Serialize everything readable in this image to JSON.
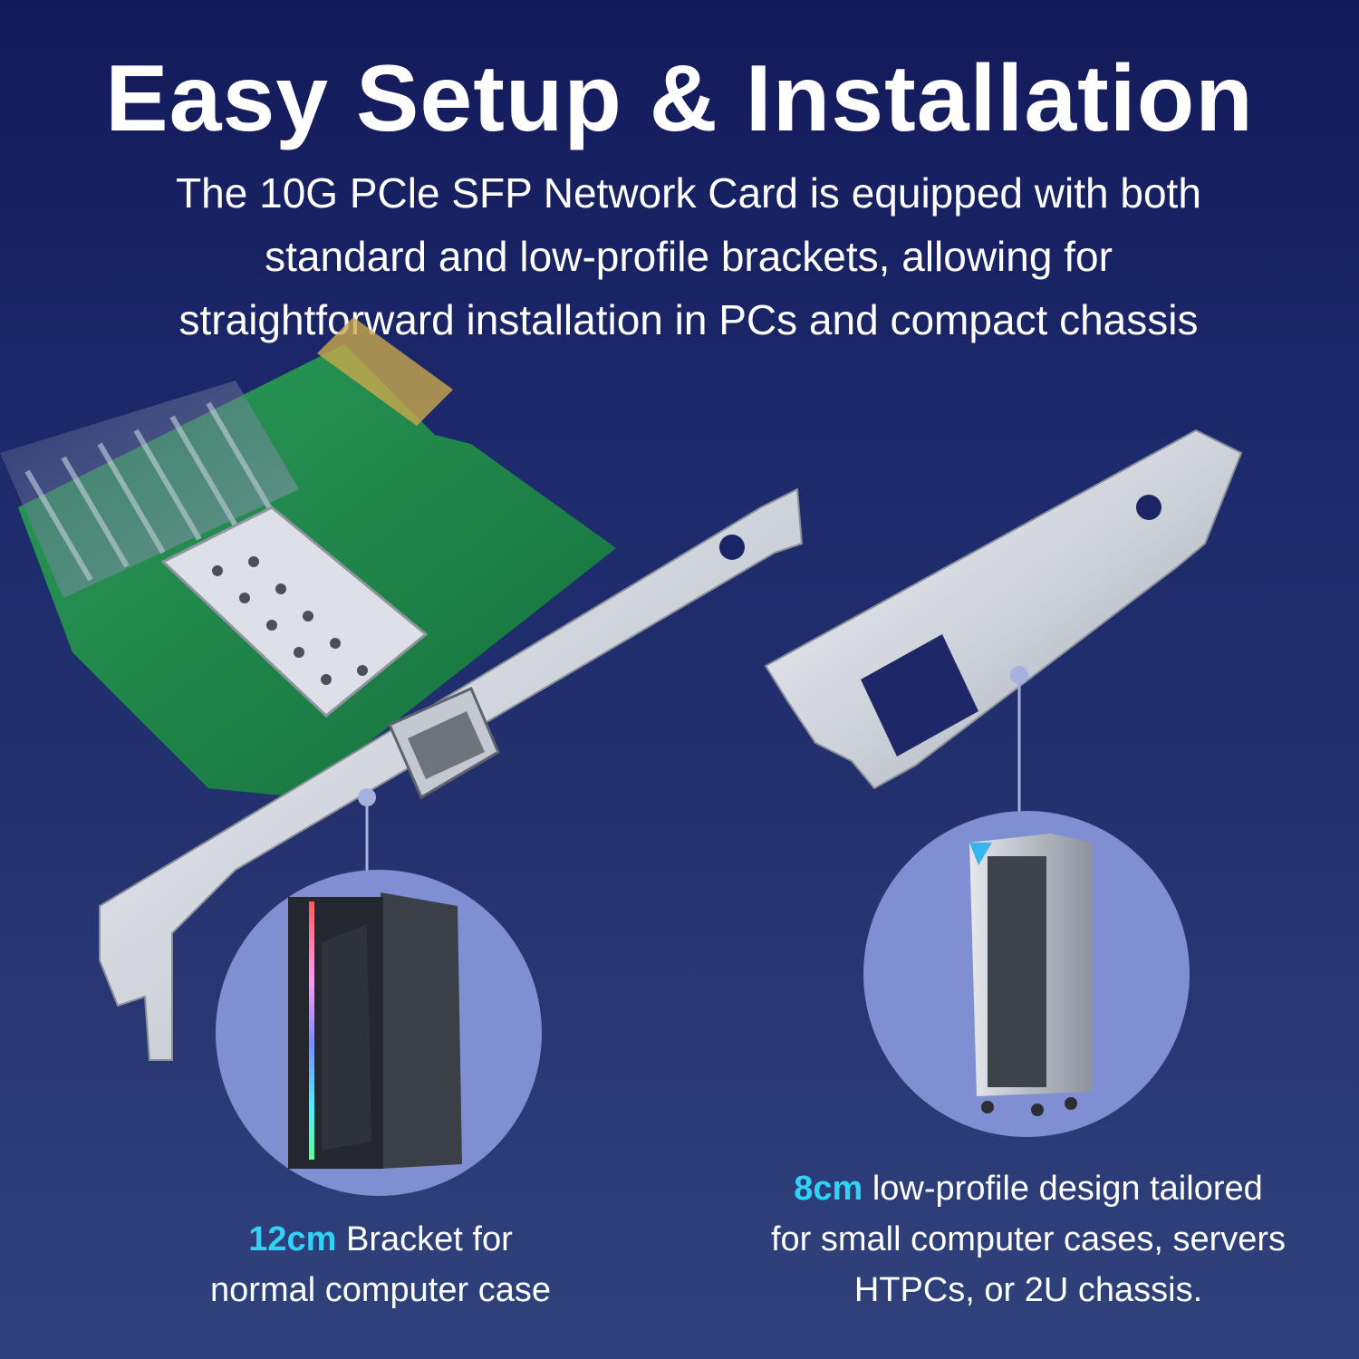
{
  "headline": "Easy Setup & Installation",
  "subtext": {
    "line1": "The 10G PCle SFP Network Card is equipped with both",
    "line2": "standard and low-profile brackets, allowing for",
    "line3": "straightforward installation in PCs and compact chassis"
  },
  "left_caption": {
    "highlight": "12cm",
    "line1_rest": " Bracket for",
    "line2": "normal computer case"
  },
  "right_caption": {
    "highlight": "8cm",
    "line1_rest": " low-profile design tailored",
    "line2": "for small computer cases, servers",
    "line3": "HTPCs, or 2U chassis."
  },
  "colors": {
    "highlight": "#2fd3f5",
    "circle_fill": "#7f8fd2",
    "pcb_green": "#1f8a4c"
  }
}
